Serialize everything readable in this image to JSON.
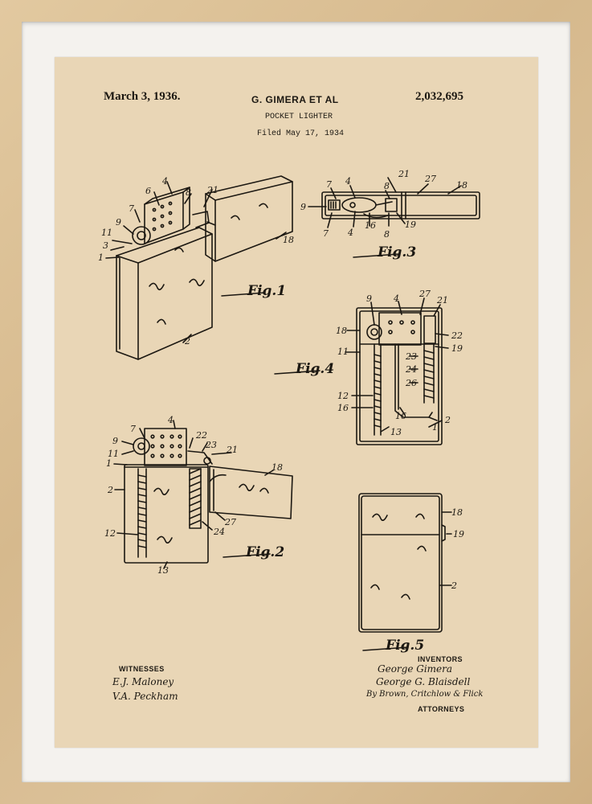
{
  "header": {
    "date": "March 3, 1936.",
    "inventor": "G. GIMERA ET AL",
    "patent_number": "2,032,695",
    "subtitle": "POCKET LIGHTER",
    "filed": "Filed May 17, 1934"
  },
  "figures": {
    "fig1": "Fig.1",
    "fig2": "Fig.2",
    "fig3": "Fig.3",
    "fig4": "Fig.4",
    "fig5": "Fig.5"
  },
  "labels": {
    "fig1": [
      "4",
      "6",
      "8",
      "21",
      "7",
      "9",
      "11",
      "3",
      "1",
      "18",
      "2"
    ],
    "fig2": [
      "7",
      "4",
      "22",
      "23",
      "21",
      "9",
      "11",
      "1",
      "18",
      "2",
      "27",
      "12",
      "24",
      "13"
    ],
    "fig3": [
      "7",
      "4",
      "21",
      "27",
      "18",
      "9",
      "8",
      "7",
      "4",
      "16",
      "8",
      "19"
    ],
    "fig4": [
      "9",
      "4",
      "27",
      "21",
      "18",
      "22",
      "19",
      "11",
      "23",
      "24",
      "26",
      "12",
      "16",
      "16",
      "2",
      "1",
      "13"
    ],
    "fig5": [
      "18",
      "19",
      "2"
    ]
  },
  "footer": {
    "witnesses_label": "WITNESSES",
    "witness_1": "E.J. Maloney",
    "witness_2": "V.A. Peckham",
    "inventors_label": "INVENTORS",
    "inventor_1": "George Gimera",
    "inventor_2": "George G. Blaisdell",
    "attorney_sig": "By Brown, Critchlow & Flick",
    "attorneys_label": "ATTORNEYS"
  },
  "colors": {
    "frame": "#d8bd93",
    "mat": "#f4f2ee",
    "paper": "#e9d6b6",
    "ink": "#1c1812"
  }
}
